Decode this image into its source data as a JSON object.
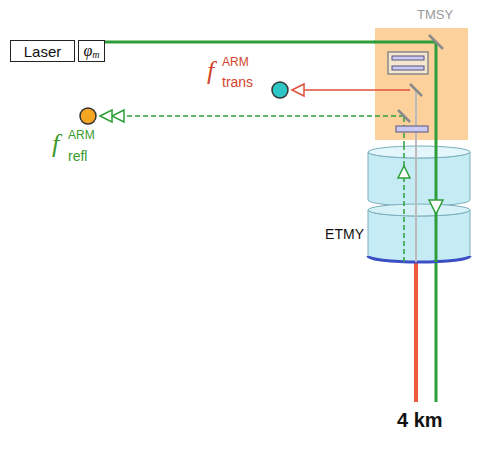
{
  "diagram": {
    "nodes": [
      {
        "text": [
          "Laser"
        ]
      },
      {
        "text": [
          "φ",
          "m"
        ]
      },
      {
        "text": [
          "TMSY"
        ]
      },
      {
        "text": [
          "ETMY"
        ]
      }
    ],
    "edges": [
      {
        "from": 1,
        "to": 2,
        "arrow": "none"
      }
    ],
    "labels": [
      "f",
      "ARM",
      "trans",
      "f",
      "ARM",
      "refl",
      "4 km"
    ]
  }
}
